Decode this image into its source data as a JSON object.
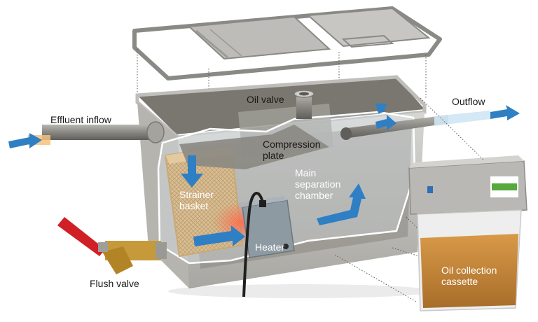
{
  "labels": {
    "effluent_inflow": "Effluent inflow",
    "oil_valve": "Oil valve",
    "outflow": "Outflow",
    "compression_plate": "Compression\nplate",
    "main_separation_chamber": "Main\nseparation\nchamber",
    "strainer_basket": "Strainer\nbasket",
    "heater": "Heater",
    "flush_valve": "Flush valve",
    "oil_collection_cassette": "Oil collection\ncassette"
  },
  "colors": {
    "steel_light": "#c9c9c7",
    "steel_mid": "#a9a8a4",
    "steel_dark": "#6f6e6a",
    "interior_shade": "#7e7c76",
    "flow_arrow": "#2f7fc4",
    "strainer": "#d7b98c",
    "oil": "#c8893e",
    "handle": "#d11f26",
    "brass": "#c69a3a",
    "heater_box": "#8e9aa2",
    "heater_glow": "#f0604a"
  },
  "icons": {
    "flow_arrow": "flow-arrow-icon",
    "lever_handle": "lever-handle-icon"
  }
}
